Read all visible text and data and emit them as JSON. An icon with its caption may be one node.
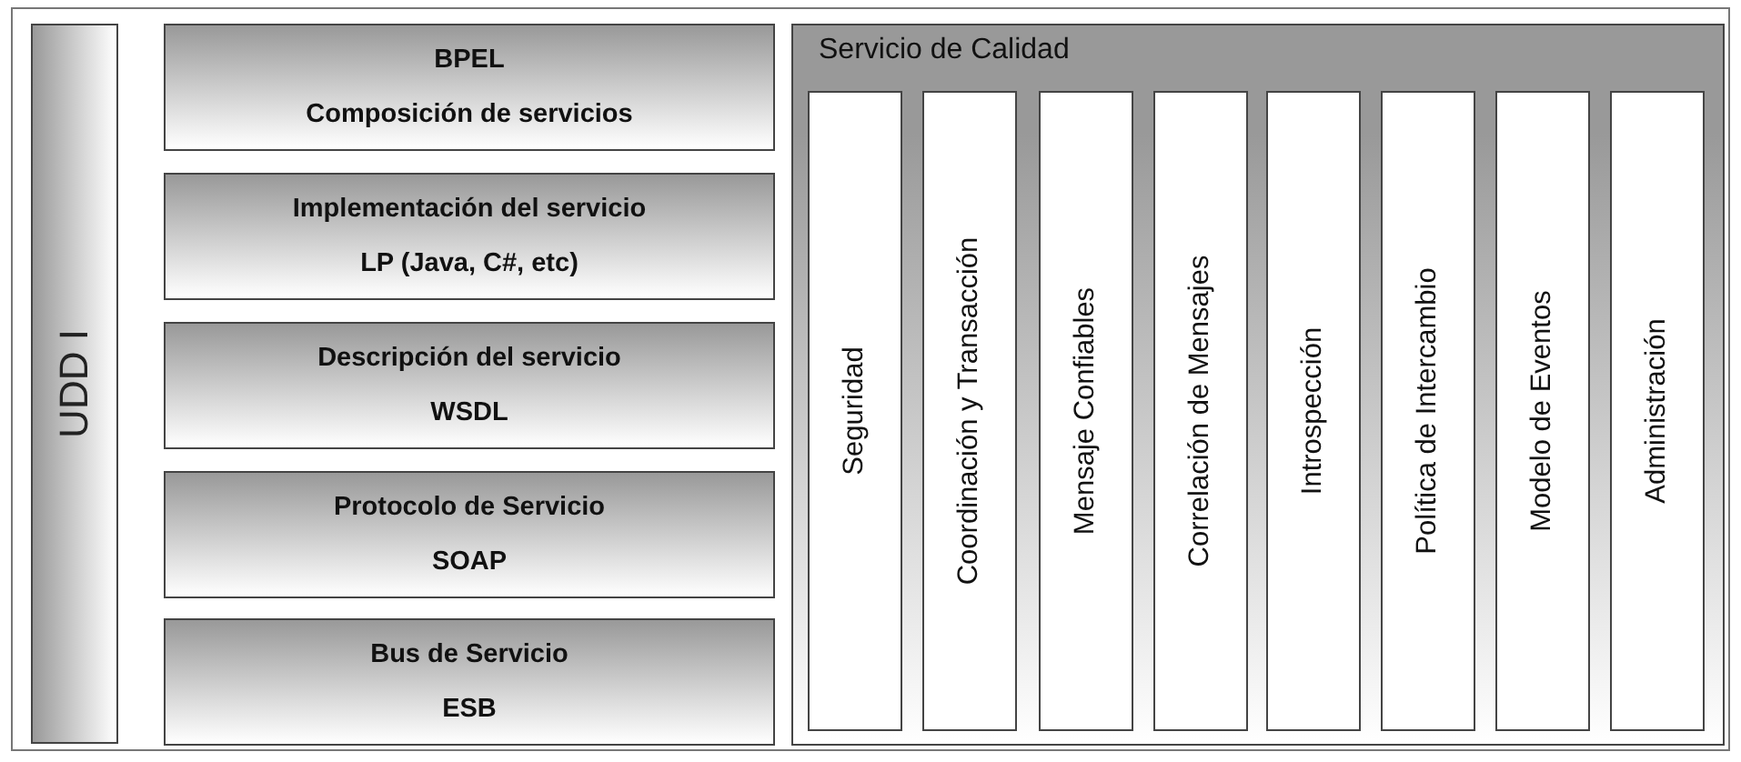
{
  "diagram": {
    "nodes": [
      {
        "text": [
          "UDD I"
        ]
      },
      {
        "text": [
          "BPEL",
          "Composición de servicios"
        ]
      },
      {
        "text": [
          "Implementación del servicio",
          "LP (Java, C#, etc)"
        ]
      },
      {
        "text": [
          "Descripción del servicio",
          "WSDL"
        ]
      },
      {
        "text": [
          "Protocolo de Servicio",
          "SOAP"
        ]
      },
      {
        "text": [
          "Bus de Servicio",
          "ESB"
        ]
      },
      {
        "text": [
          "Servicio de Calidad"
        ]
      },
      {
        "text": [
          "Seguridad"
        ],
        "in": 6
      },
      {
        "text": [
          "Coordinación y Transacción"
        ],
        "in": 6
      },
      {
        "text": [
          "Mensaje Confiables"
        ],
        "in": 6
      },
      {
        "text": [
          "Correlación de Mensajes"
        ],
        "in": 6
      },
      {
        "text": [
          "Introspección"
        ],
        "in": 6
      },
      {
        "text": [
          "Política de Intercambio"
        ],
        "in": 6
      },
      {
        "text": [
          "Modelo de Eventos"
        ],
        "in": 6
      },
      {
        "text": [
          "Administración"
        ],
        "in": 6
      }
    ]
  }
}
